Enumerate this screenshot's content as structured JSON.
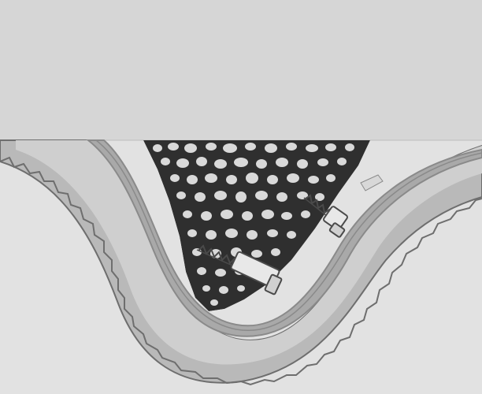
{
  "diagram": {
    "colors": {
      "background": "#e2e2e2",
      "upper_panel": "#d6d6d6",
      "bone_outer": "#b9b9b9",
      "bone_inner": "#cfcfcf",
      "plate": "#a9a9a9",
      "plate_edge": "#8a8a8a",
      "cancellous_bone": "#2f2f2f",
      "cancellous_gaps": "#d9d9d9",
      "screw": "#e8e8e8",
      "screw_outline": "#4a4a4a",
      "outline": "#6e6e6e"
    },
    "components": [
      {
        "id": "upper-panel",
        "shape": "rectangle"
      },
      {
        "id": "bone-cortex",
        "shape": "curved-band-serrated"
      },
      {
        "id": "plate",
        "shape": "curved-band"
      },
      {
        "id": "cancellous-bone",
        "shape": "triangular-porous-region"
      },
      {
        "id": "screw-lower",
        "shape": "screw"
      },
      {
        "id": "screw-upper",
        "shape": "screw"
      }
    ]
  }
}
